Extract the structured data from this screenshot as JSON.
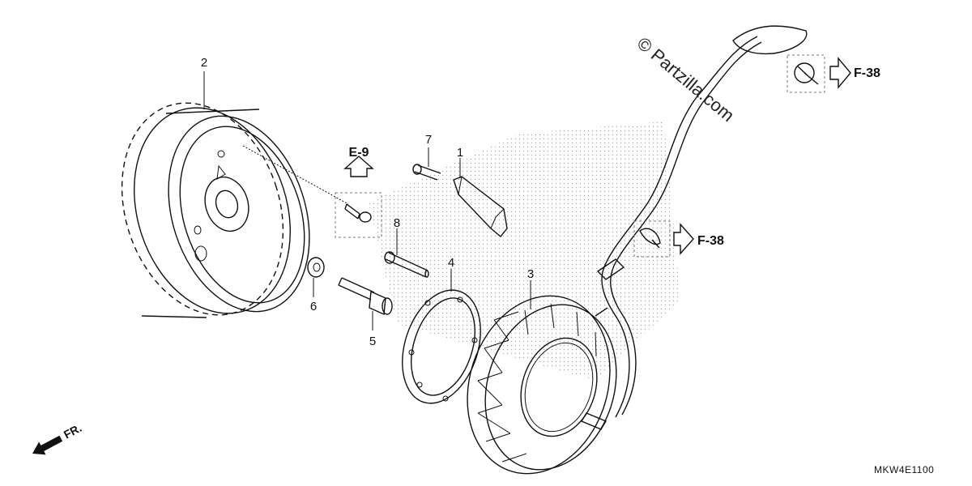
{
  "callouts": {
    "p1": "1",
    "p2": "2",
    "p3": "3",
    "p4": "4",
    "p5": "5",
    "p6": "6",
    "p7": "7",
    "p8": "8"
  },
  "refs": {
    "e9": "E-9",
    "f38_top": "F-38",
    "f38_mid": "F-38"
  },
  "watermark": "© Partzilla.com",
  "diagram_code": "MKW4E1100",
  "direction_label": "FR.",
  "colors": {
    "line": "#111111",
    "dot_shading": "#999999",
    "background": "#ffffff"
  }
}
